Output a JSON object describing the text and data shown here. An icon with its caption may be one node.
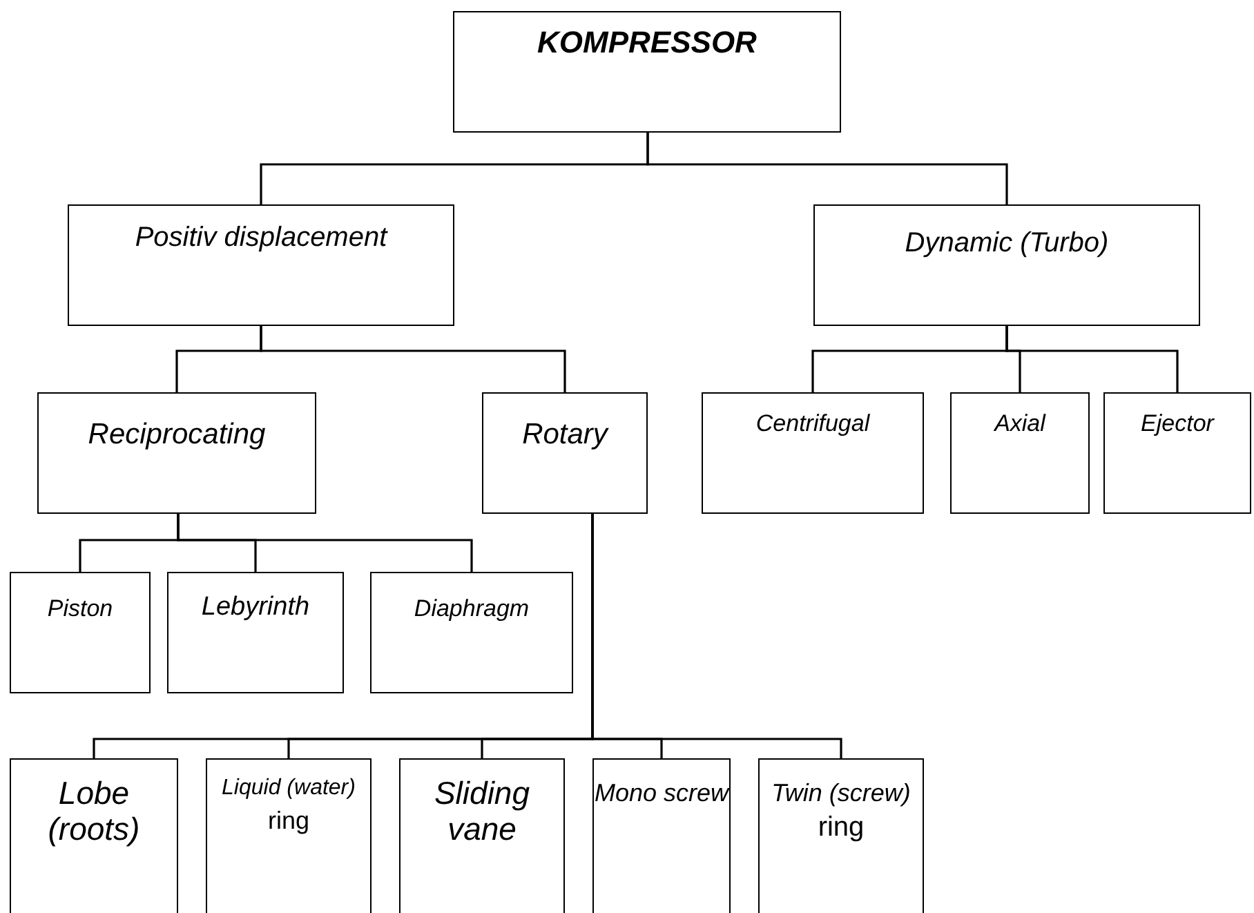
{
  "diagram": {
    "nodes": [
      {
        "text": [
          "KOMPRESSOR"
        ]
      },
      {
        "text": [
          "Positiv displacement"
        ]
      },
      {
        "text": [
          "Dynamic (Turbo)"
        ]
      },
      {
        "text": [
          "Reciprocating"
        ]
      },
      {
        "text": [
          "Rotary"
        ]
      },
      {
        "text": [
          "Centrifugal"
        ]
      },
      {
        "text": [
          "Axial"
        ]
      },
      {
        "text": [
          "Ejector"
        ]
      },
      {
        "text": [
          "Piston"
        ]
      },
      {
        "text": [
          "Lebyrinth"
        ]
      },
      {
        "text": [
          "Diaphragm"
        ]
      },
      {
        "text": [
          "Lobe (roots)"
        ]
      },
      {
        "text": [
          "Liquid (water)",
          "ring"
        ]
      },
      {
        "text": [
          "Sliding vane"
        ]
      },
      {
        "text": [
          "Mono screw"
        ]
      },
      {
        "text": [
          "Twin (screw)",
          "ring"
        ]
      }
    ],
    "edges": [
      {
        "from": 0,
        "to": 1,
        "arrow": "none"
      },
      {
        "from": 0,
        "to": 2,
        "arrow": "none"
      },
      {
        "from": 1,
        "to": 3,
        "arrow": "none"
      },
      {
        "from": 1,
        "to": 4,
        "arrow": "none"
      },
      {
        "from": 2,
        "to": 5,
        "arrow": "none"
      },
      {
        "from": 2,
        "to": 6,
        "arrow": "none"
      },
      {
        "from": 2,
        "to": 7,
        "arrow": "none"
      },
      {
        "from": 3,
        "to": 8,
        "arrow": "none"
      },
      {
        "from": 3,
        "to": 9,
        "arrow": "none"
      },
      {
        "from": 3,
        "to": 10,
        "arrow": "none"
      },
      {
        "from": 4,
        "to": 11,
        "arrow": "none"
      },
      {
        "from": 4,
        "to": 12,
        "arrow": "none"
      },
      {
        "from": 4,
        "to": 13,
        "arrow": "none"
      },
      {
        "from": 4,
        "to": 14,
        "arrow": "none"
      },
      {
        "from": 4,
        "to": 15,
        "arrow": "none"
      }
    ]
  }
}
